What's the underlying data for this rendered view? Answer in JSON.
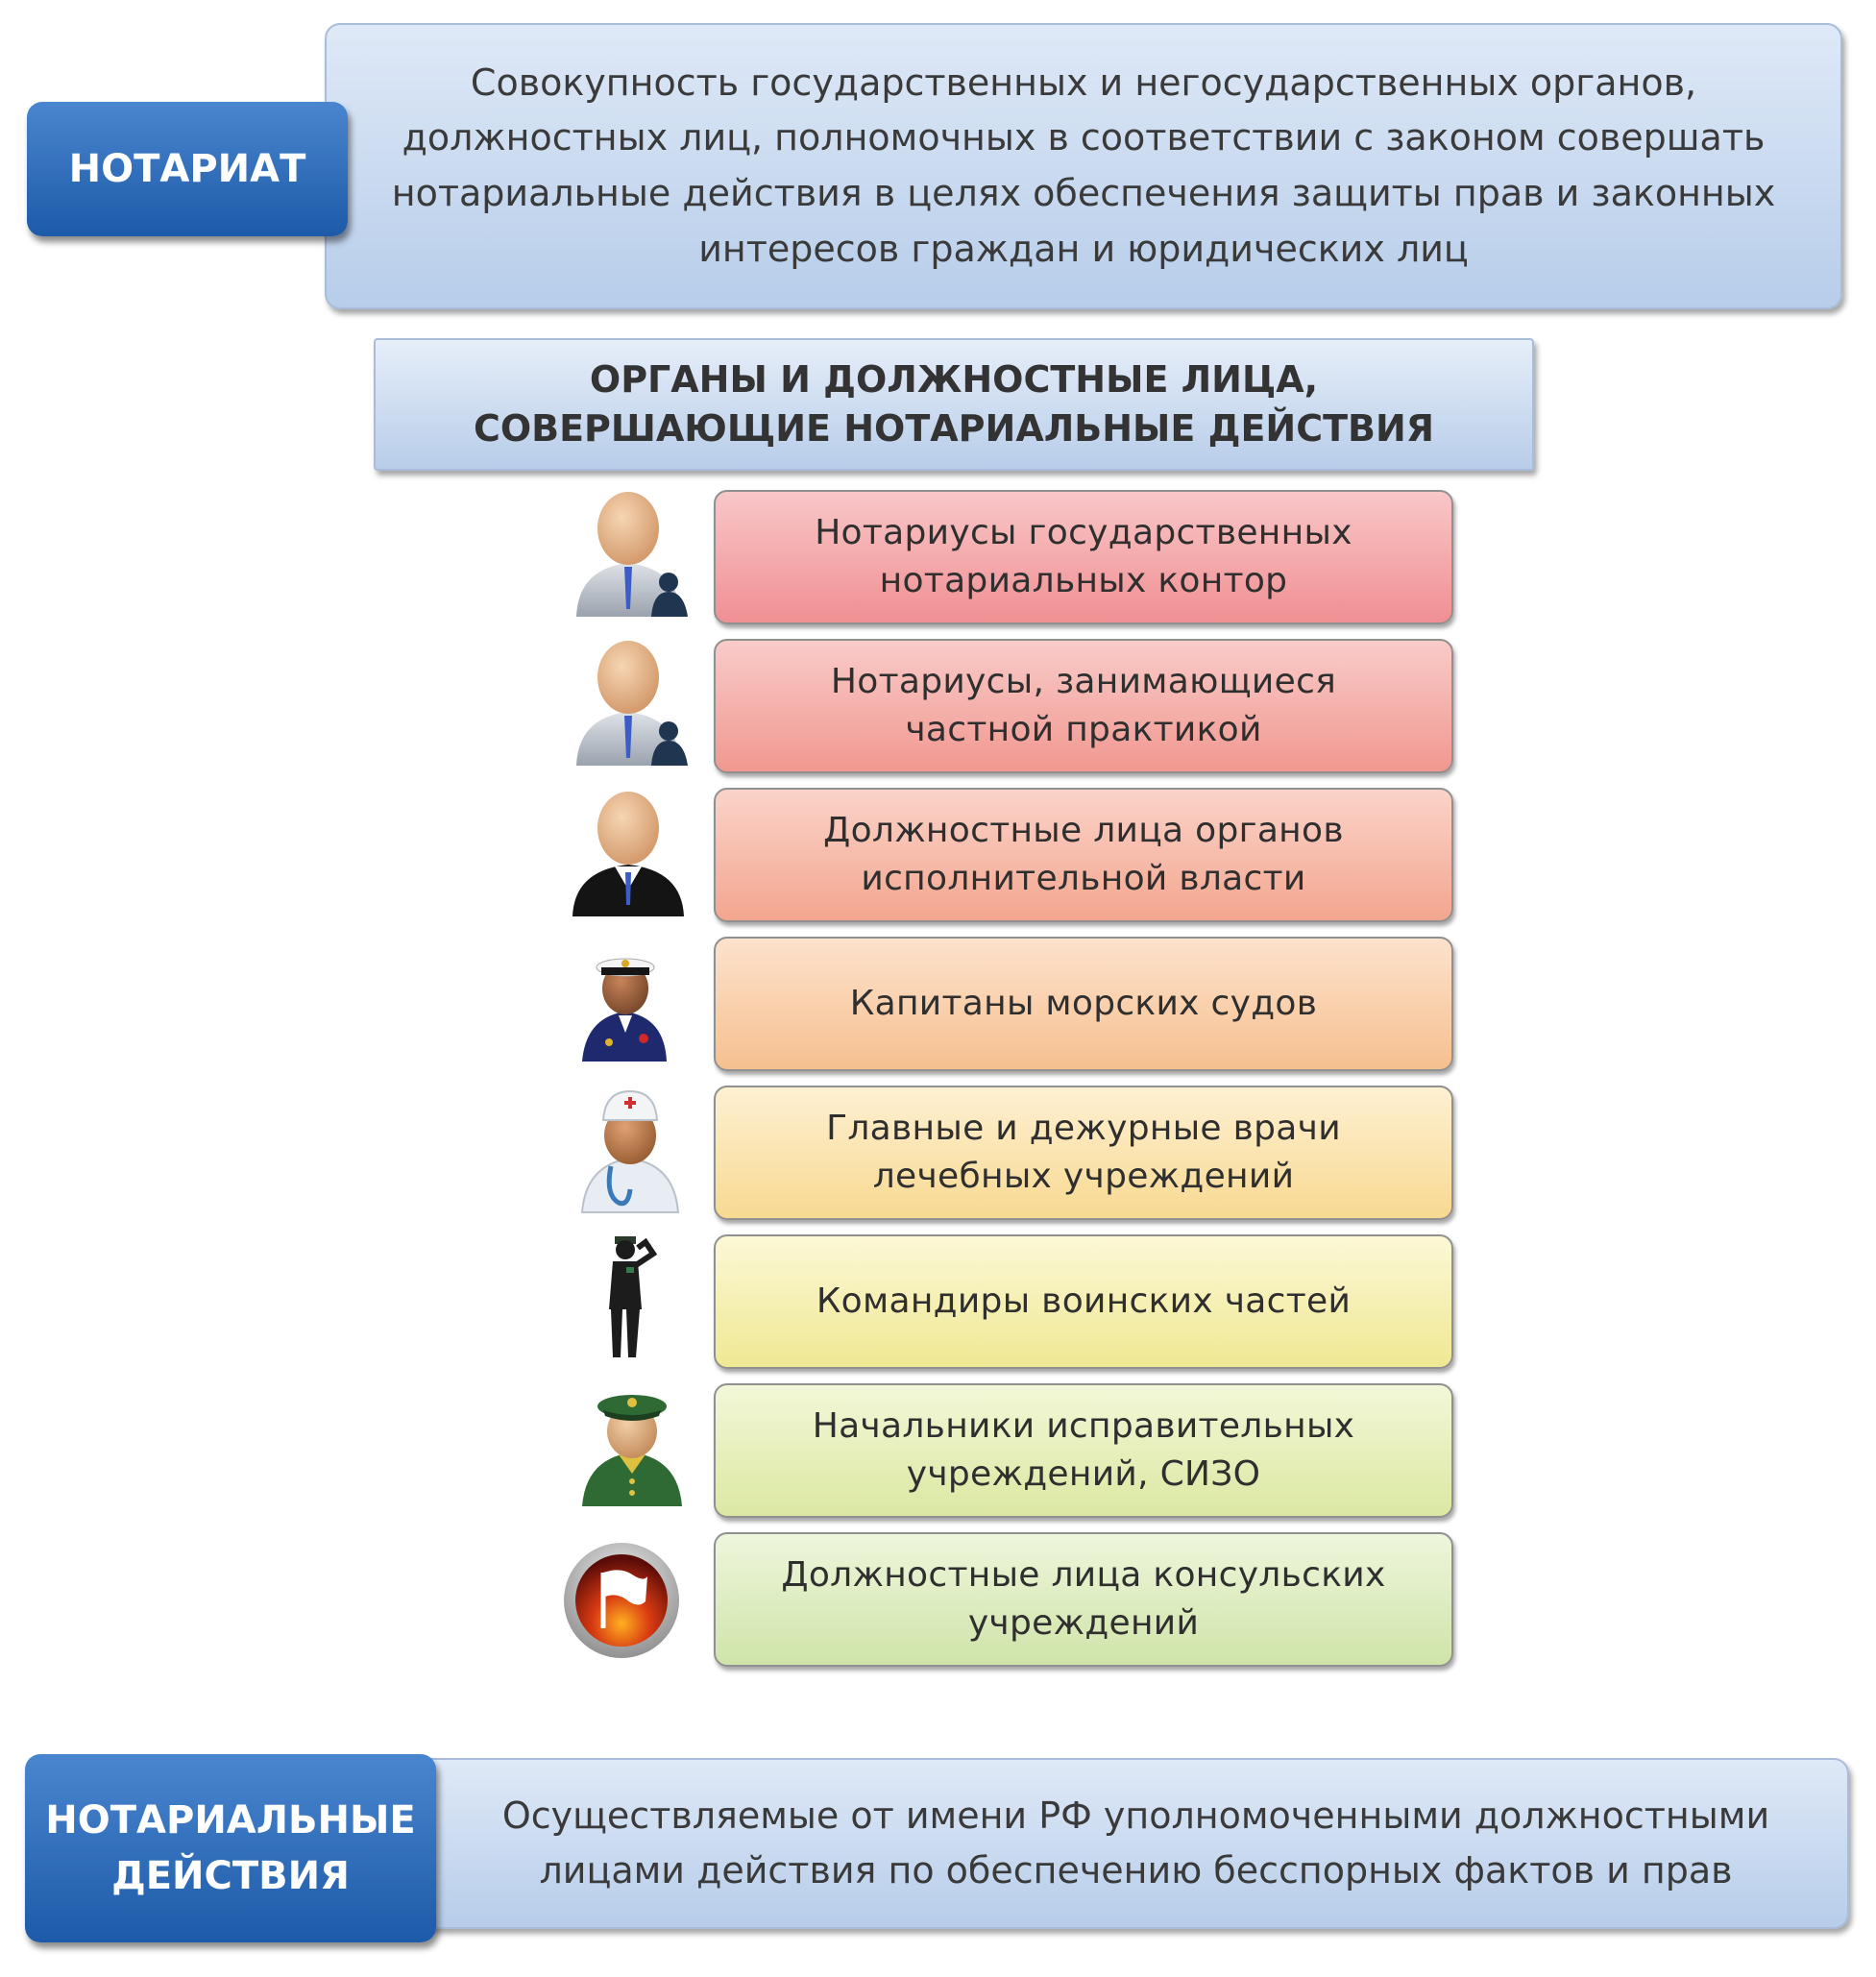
{
  "notariat": {
    "label": "НОТАРИАТ",
    "definition": "Совокупность государственных и негосударственных органов, должностных лиц, полномочных в соответствии с законом совершать нотариальные действия в целях обеспечения защиты прав и законных интересов граждан и юридических лиц"
  },
  "bodies": {
    "header": "ОРГАНЫ И ДОЛЖНОСТНЫЕ ЛИЦА, СОВЕРШАЮЩИЕ НОТАРИАЛЬНЫЕ ДЕЙСТВИЯ",
    "items": [
      {
        "label": "Нотариусы государственных нотариальных контор",
        "icon": "businessman-icon",
        "color_top": "#f9c7c8",
        "color_bottom": "#f08f93"
      },
      {
        "label": "Нотариусы, занимающиеся частной практикой",
        "icon": "businessman-icon",
        "color_top": "#f9cbc9",
        "color_bottom": "#f19890"
      },
      {
        "label": "Должностные лица органов исполнительной власти",
        "icon": "official-in-suit-icon",
        "color_top": "#fbd3c9",
        "color_bottom": "#f3a68f"
      },
      {
        "label": "Капитаны морских судов",
        "icon": "sea-captain-icon",
        "color_top": "#fde2cd",
        "color_bottom": "#f6c08f"
      },
      {
        "label": "Главные и дежурные врачи лечебных учреждений",
        "icon": "doctor-icon",
        "color_top": "#fef0d2",
        "color_bottom": "#f8d991"
      },
      {
        "label": "Командиры воинских частей",
        "icon": "saluting-soldier-icon",
        "color_top": "#fcf8d6",
        "color_bottom": "#efe893"
      },
      {
        "label": "Начальники исправительных учреждений, СИЗО",
        "icon": "uniformed-officer-icon",
        "color_top": "#f3f7d8",
        "color_bottom": "#dbe8a2"
      },
      {
        "label": "Должностные лица консульских учреждений",
        "icon": "consular-flag-icon",
        "color_top": "#eef6dc",
        "color_bottom": "#cfe4a9"
      }
    ]
  },
  "notarial_actions": {
    "label": "НОТАРИАЛЬНЫЕ ДЕЙСТВИЯ",
    "definition": "Осуществляемые от имени РФ уполномоченными должностными лицами действия по обеспечению бесспорных фактов и прав"
  }
}
